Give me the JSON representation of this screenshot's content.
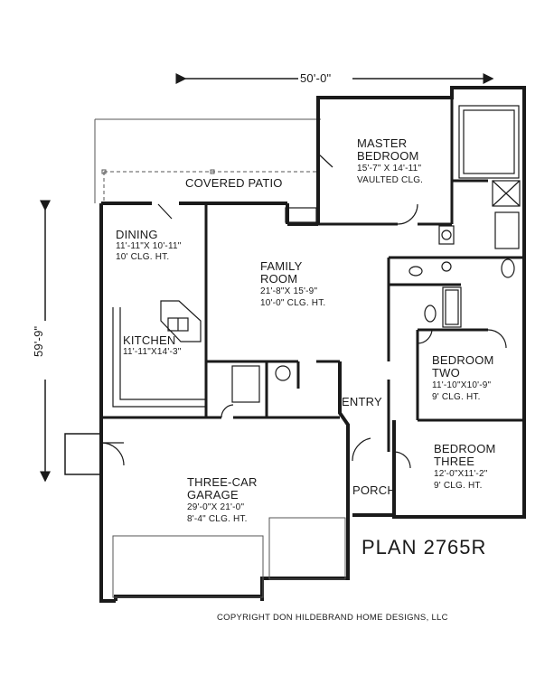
{
  "plan": {
    "name": "PLAN 2765R",
    "copyright": "COPYRIGHT DON HILDEBRAND HOME DESIGNS, LLC",
    "overall_width": "50'-0\"",
    "overall_depth": "59'-9\""
  },
  "rooms": {
    "master": {
      "name1": "MASTER",
      "name2": "BEDROOM",
      "size": "15'-7\" X 14'-11\"",
      "ceiling": "VAULTED CLG."
    },
    "patio": {
      "name": "COVERED PATIO"
    },
    "dining": {
      "name": "DINING",
      "size": "11'-11\"X 10'-11\"",
      "ceiling": "10' CLG. HT."
    },
    "family": {
      "name1": "FAMILY",
      "name2": "ROOM",
      "size": "21'-8\"X 15'-9\"",
      "ceiling": "10'-0\" CLG. HT."
    },
    "kitchen": {
      "name": "KITCHEN",
      "size": "11'-11\"X14'-3\""
    },
    "entry": {
      "name": "ENTRY"
    },
    "bed2": {
      "name1": "BEDROOM",
      "name2": "TWO",
      "size": "11'-10\"X10'-9\"",
      "ceiling": "9' CLG. HT."
    },
    "bed3": {
      "name1": "BEDROOM",
      "name2": "THREE",
      "size": "12'-0\"X11'-2\"",
      "ceiling": "9' CLG. HT."
    },
    "porch": {
      "name": "PORCH"
    },
    "garage": {
      "name1": "THREE-CAR",
      "name2": "GARAGE",
      "size": "29'-0\"X 21'-0\"",
      "ceiling": "8'-4\" CLG. HT."
    }
  },
  "colors": {
    "line": "#1a1a1a",
    "paper": "#ffffff",
    "wall_fill": "#ffffff"
  }
}
